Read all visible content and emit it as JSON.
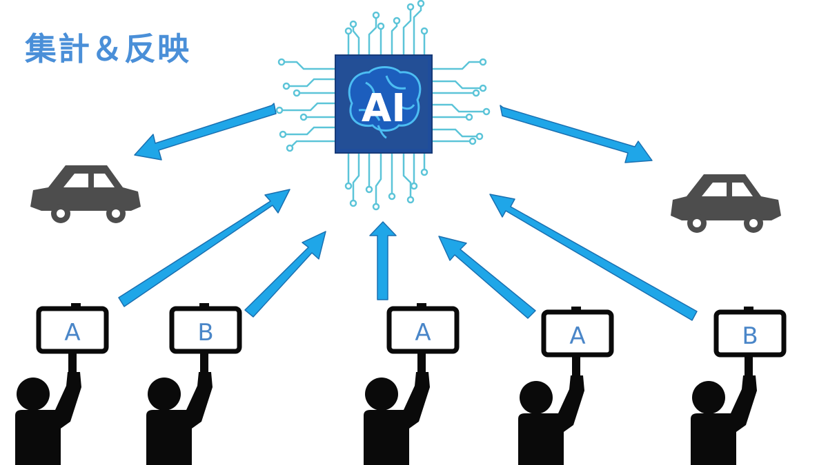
{
  "title": "集計＆反映",
  "chip": {
    "label": "AI",
    "icon": "brain-chip-icon"
  },
  "colors": {
    "title": "#4a8fd8",
    "arrow_fill": "#1fa6e8",
    "arrow_stroke": "#1a6fb0",
    "chip_bg": "#1f4d9c",
    "circuit": "#5bc4d8",
    "car": "#4d4d4d",
    "person": "#0a0a0a",
    "sign_letter": "#4a86c8"
  },
  "cars": [
    {
      "icon": "car-icon",
      "side": "left"
    },
    {
      "icon": "car-icon",
      "side": "right"
    }
  ],
  "voters": [
    {
      "icon": "person-holding-sign-icon",
      "sign": "A"
    },
    {
      "icon": "person-holding-sign-icon",
      "sign": "B"
    },
    {
      "icon": "person-holding-sign-icon",
      "sign": "A"
    },
    {
      "icon": "person-holding-sign-icon",
      "sign": "A"
    },
    {
      "icon": "person-holding-sign-icon",
      "sign": "B"
    }
  ]
}
